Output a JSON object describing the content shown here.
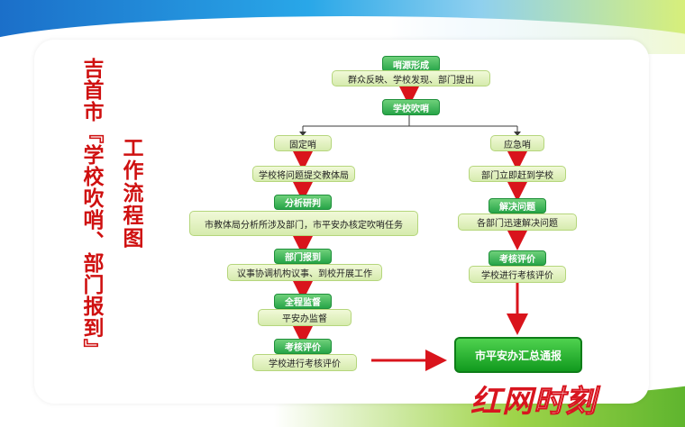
{
  "colors": {
    "title_red": "#cf1010",
    "arrow_red": "#d9141c",
    "header_green": "#27a548",
    "box_green": "#d6ebae",
    "final_green": "#119a1e"
  },
  "title": {
    "line1": "吉首市『学校吹哨、部门报到』",
    "line2": "工作流程图"
  },
  "flow": {
    "source_header": "哨源形成",
    "source_body": "群众反映、学校发现、部门提出",
    "whistle_header": "学校吹哨",
    "left": {
      "branch": "固定哨",
      "step1": "学校将问题提交教体局",
      "analysis_header": "分析研判",
      "analysis_body": "市教体局分析所涉及部门，市平安办核定吹哨任务",
      "report_header": "部门报到",
      "report_body": "议事协调机构议事、到校开展工作",
      "supervise_header": "全程监督",
      "supervise_body": "平安办监督",
      "eval_header": "考核评价",
      "eval_body": "学校进行考核评价"
    },
    "right": {
      "branch": "应急哨",
      "step1": "部门立即赶到学校",
      "solve_header": "解决问题",
      "solve_body": "各部门迅速解决问题",
      "eval_header": "考核评价",
      "eval_body": "学校进行考核评价"
    },
    "final": "市平安办汇总通报"
  },
  "logo": {
    "part1": "红网",
    "part2": "时刻"
  }
}
